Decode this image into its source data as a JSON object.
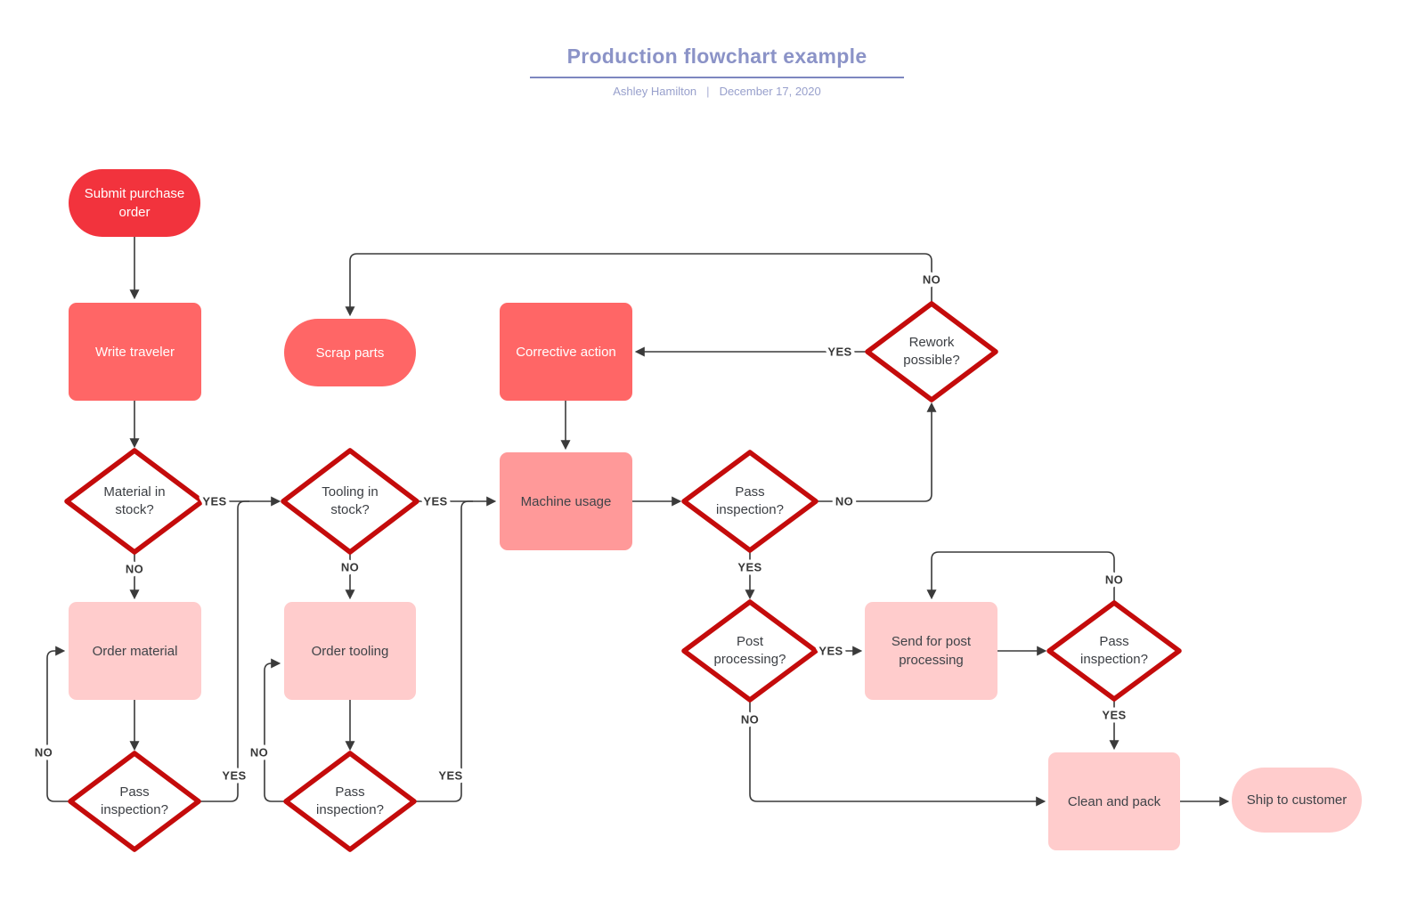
{
  "header": {
    "title": "Production flowchart example",
    "author": "Ashley Hamilton",
    "separator": "|",
    "date": "December 17, 2020"
  },
  "colors": {
    "terminator_red": "#f2333d",
    "process_salmon": "#ff6666",
    "process_medium_pink": "#ff9999",
    "process_light_pink": "#ffcccc",
    "decision_border_red": "#c40b0b",
    "decision_fill": "#ffffff",
    "connector_gray": "#3a3a3a",
    "title_purple": "#8b93c7"
  },
  "nodes": {
    "submit_purchase_order": {
      "label": "Submit purchase order",
      "shape": "terminator"
    },
    "write_traveler": {
      "label": "Write traveler",
      "shape": "process"
    },
    "material_in_stock": {
      "label": "Material in stock?",
      "shape": "decision"
    },
    "order_material": {
      "label": "Order material",
      "shape": "process"
    },
    "pass_inspection_material": {
      "label": "Pass inspection?",
      "shape": "decision"
    },
    "scrap_parts": {
      "label": "Scrap parts",
      "shape": "terminator"
    },
    "tooling_in_stock": {
      "label": "Tooling in stock?",
      "shape": "decision"
    },
    "order_tooling": {
      "label": "Order tooling",
      "shape": "process"
    },
    "pass_inspection_tooling": {
      "label": "Pass inspection?",
      "shape": "decision"
    },
    "corrective_action": {
      "label": "Corrective action",
      "shape": "process"
    },
    "machine_usage": {
      "label": "Machine usage",
      "shape": "process"
    },
    "pass_inspection_machining": {
      "label": "Pass inspection?",
      "shape": "decision"
    },
    "rework_possible": {
      "label": "Rework possible?",
      "shape": "decision"
    },
    "post_processing": {
      "label": "Post processing?",
      "shape": "decision"
    },
    "send_for_post_processing": {
      "label": "Send for post processing",
      "shape": "process"
    },
    "pass_inspection_post": {
      "label": "Pass inspection?",
      "shape": "decision"
    },
    "clean_and_pack": {
      "label": "Clean and pack",
      "shape": "process"
    },
    "ship_to_customer": {
      "label": "Ship to customer",
      "shape": "terminator"
    }
  },
  "edge_labels": {
    "material_yes": "YES",
    "material_no": "NO",
    "inspection_material_no": "NO",
    "inspection_material_yes": "YES",
    "tooling_yes": "YES",
    "tooling_no": "NO",
    "inspection_tooling_no": "NO",
    "inspection_tooling_yes": "YES",
    "inspection_machining_no": "NO",
    "inspection_machining_yes": "YES",
    "rework_yes": "YES",
    "rework_no": "NO",
    "post_processing_no": "NO",
    "post_processing_yes": "YES",
    "inspection_post_no": "NO",
    "inspection_post_yes": "YES"
  }
}
